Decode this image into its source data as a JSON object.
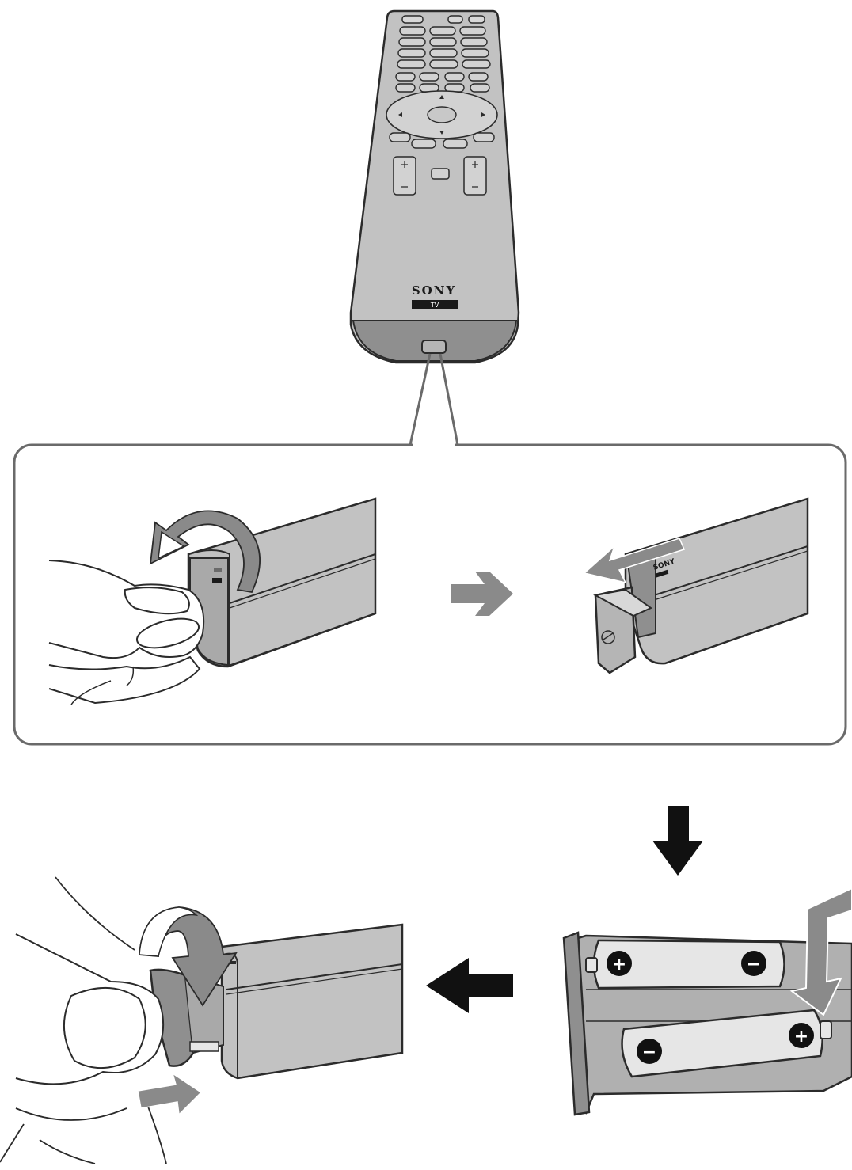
{
  "remote": {
    "brand": "SONY",
    "sub_label": "TV",
    "cover_label": "SONY"
  },
  "battery": {
    "plus": "+",
    "minus": "−"
  },
  "colors": {
    "body": "#c2c2c2",
    "body_dark": "#9e9e9e",
    "outline": "#2b2b2b",
    "arrow_grey": "#8a8a8a",
    "arrow_black": "#111111",
    "battery": "#e6e6e6"
  }
}
